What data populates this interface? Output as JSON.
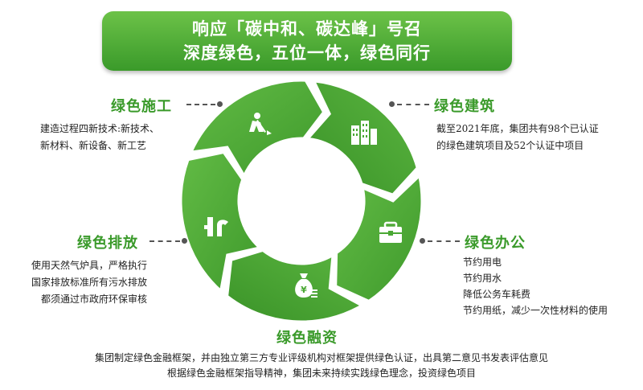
{
  "banner": {
    "line1": "响应「碳中和、碳达峰」号召",
    "line2": "深度绿色，五位一体，绿色同行"
  },
  "colors": {
    "green_light": "#6cc248",
    "green_dark": "#3a9a2a",
    "arrow_light": "#55b13c",
    "arrow_dark": "#3f9a2c"
  },
  "segments": [
    {
      "id": "construction",
      "title": "绿色施工",
      "icon": "worker-shoveling-icon",
      "desc": [
        "建造过程四新技术:新技术、",
        "新材料、新设备、新工艺"
      ]
    },
    {
      "id": "building",
      "title": "绿色建筑",
      "icon": "office-building-icon",
      "desc": [
        "截至2021年底，集团共有98个已认证",
        "的绿色建筑项目及52个认证中项目"
      ]
    },
    {
      "id": "office",
      "title": "绿色办公",
      "icon": "briefcase-icon",
      "desc": [
        "节约用电",
        "节约用水",
        "降低公务车耗费",
        "节约用纸，减少一次性材料的使用"
      ]
    },
    {
      "id": "finance",
      "title": "绿色融资",
      "icon": "money-bag-icon",
      "desc": [
        "集团制定绿色金融框架，并由独立第三方专业评级机构对框架提供绿色认证，出具第二意见书发表评估意见",
        "根据绿色金融框架指导精神，集团未来持续实践绿色理念，投资绿色项目"
      ]
    },
    {
      "id": "emission",
      "title": "绿色排放",
      "icon": "pipe-emission-icon",
      "desc": [
        "使用天然气炉具，严格执行",
        "国家排放标准所有污水排放",
        "都须通过市政府环保审核"
      ]
    }
  ]
}
